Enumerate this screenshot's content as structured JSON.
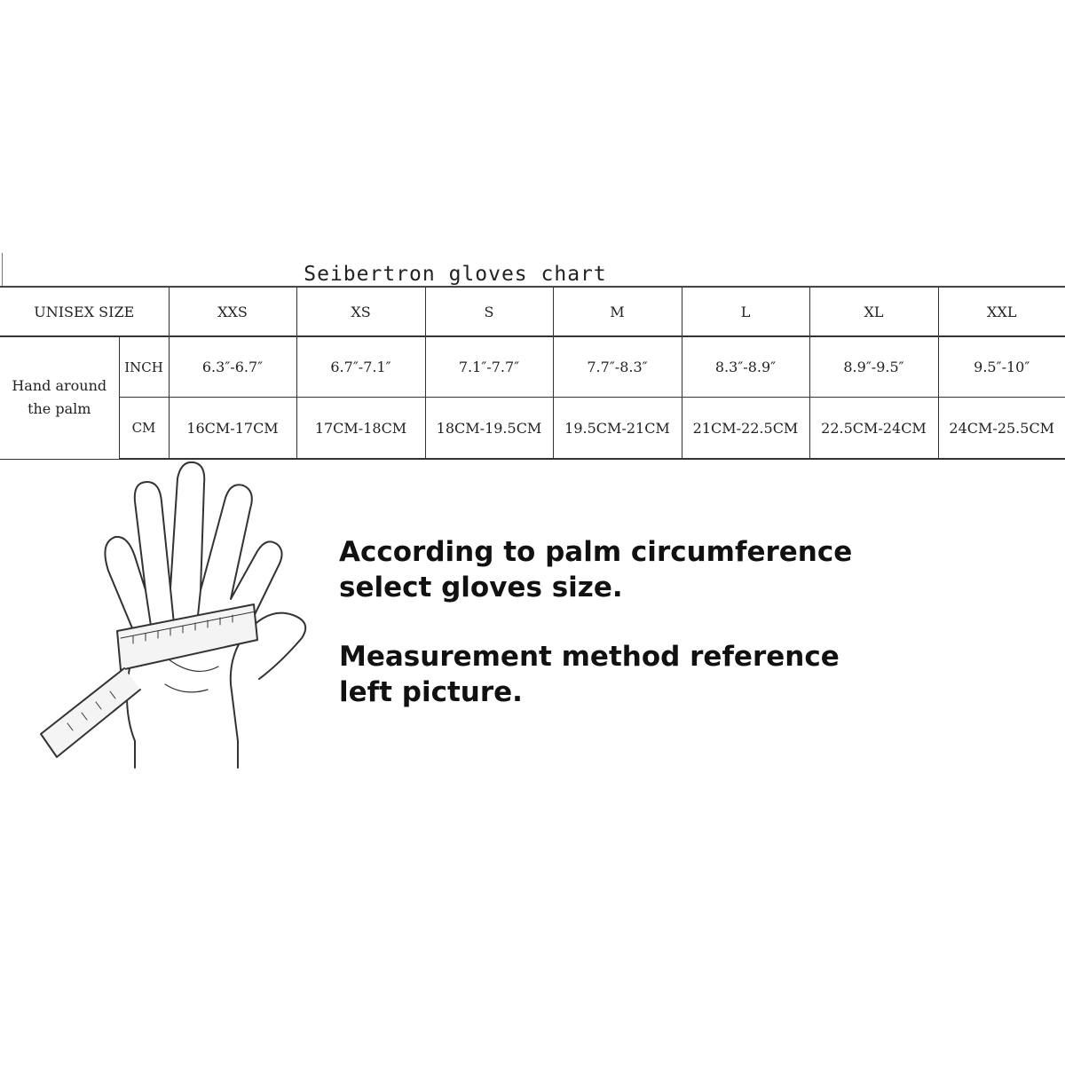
{
  "chart": {
    "title": "Seibertron gloves chart",
    "header_label": "UNISEX SIZE",
    "sizes": [
      "XXS",
      "XS",
      "S",
      "M",
      "L",
      "XL",
      "XXL"
    ],
    "measure_label": "Hand around the palm",
    "rows": [
      {
        "unit": "INCH",
        "values": [
          "6.3″-6.7″",
          "6.7″-7.1″",
          "7.1″-7.7″",
          "7.7″-8.3″",
          "8.3″-8.9″",
          "8.9″-9.5″",
          "9.5″-10″"
        ]
      },
      {
        "unit": "CM",
        "values": [
          "16CM-17CM",
          "17CM-18CM",
          "18CM-19.5CM",
          "19.5CM-21CM",
          "21CM-22.5CM",
          "22.5CM-24CM",
          "24CM-25.5CM"
        ]
      }
    ]
  },
  "instructions": {
    "line1": "According to palm circumference",
    "line2": "select gloves size.",
    "line3": "Measurement method reference",
    "line4": "left picture."
  },
  "illustration": {
    "icon": "hand-measuring-tape-icon"
  }
}
